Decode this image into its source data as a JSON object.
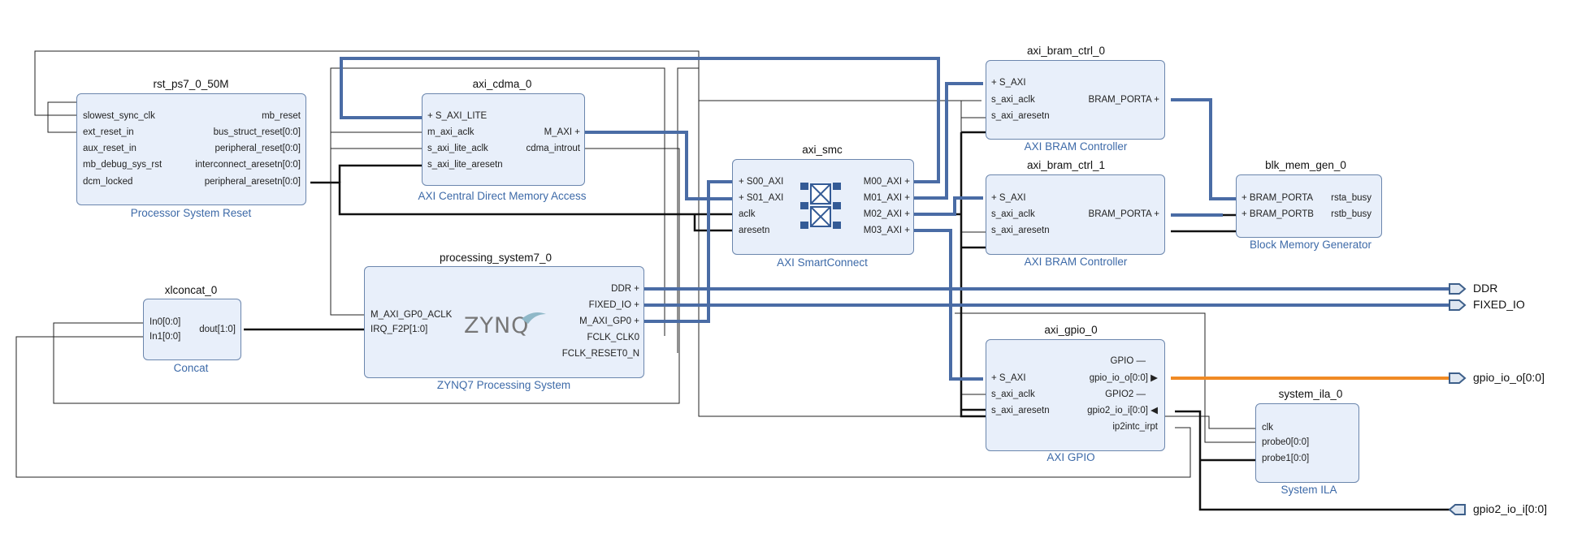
{
  "blocks": {
    "rst": {
      "title": "rst_ps7_0_50M",
      "subtitle": "Processor System Reset",
      "left_pins": [
        "slowest_sync_clk",
        "ext_reset_in",
        "aux_reset_in",
        "mb_debug_sys_rst",
        "dcm_locked"
      ],
      "right_pins": [
        "mb_reset",
        "bus_struct_reset[0:0]",
        "peripheral_reset[0:0]",
        "interconnect_aresetn[0:0]",
        "peripheral_aresetn[0:0]"
      ]
    },
    "cdma": {
      "title": "axi_cdma_0",
      "subtitle": "AXI Central Direct Memory Access",
      "left_pins": [
        "S_AXI_LITE",
        "m_axi_aclk",
        "s_axi_lite_aclk",
        "s_axi_lite_aresetn"
      ],
      "right_pins": [
        "M_AXI",
        "cdma_introut"
      ]
    },
    "smc": {
      "title": "axi_smc",
      "subtitle": "AXI SmartConnect",
      "left_pins": [
        "S00_AXI",
        "S01_AXI",
        "aclk",
        "aresetn"
      ],
      "right_pins": [
        "M00_AXI",
        "M01_AXI",
        "M02_AXI",
        "M03_AXI"
      ]
    },
    "ps7": {
      "title": "processing_system7_0",
      "subtitle": "ZYNQ7 Processing System",
      "logo": "ZYNQ",
      "left_pins": [
        "M_AXI_GP0_ACLK",
        "IRQ_F2P[1:0]"
      ],
      "right_pins": [
        "DDR",
        "FIXED_IO",
        "M_AXI_GP0",
        "FCLK_CLK0",
        "FCLK_RESET0_N"
      ]
    },
    "concat": {
      "title": "xlconcat_0",
      "subtitle": "Concat",
      "left_pins": [
        "In0[0:0]",
        "In1[0:0]"
      ],
      "right_pins": [
        "dout[1:0]"
      ]
    },
    "bram0": {
      "title": "axi_bram_ctrl_0",
      "subtitle": "AXI BRAM Controller",
      "left_pins": [
        "S_AXI",
        "s_axi_aclk",
        "s_axi_aresetn"
      ],
      "right_pins": [
        "BRAM_PORTA"
      ]
    },
    "bram1": {
      "title": "axi_bram_ctrl_1",
      "subtitle": "AXI BRAM Controller",
      "left_pins": [
        "S_AXI",
        "s_axi_aclk",
        "s_axi_aresetn"
      ],
      "right_pins": [
        "BRAM_PORTA"
      ]
    },
    "blkmem": {
      "title": "blk_mem_gen_0",
      "subtitle": "Block Memory Generator",
      "left_pins": [
        "BRAM_PORTA",
        "BRAM_PORTB"
      ],
      "right_pins": [
        "rsta_busy",
        "rstb_busy"
      ]
    },
    "gpio": {
      "title": "axi_gpio_0",
      "subtitle": "AXI GPIO",
      "left_pins": [
        "S_AXI",
        "s_axi_aclk",
        "s_axi_aresetn"
      ],
      "right_pins": [
        "GPIO",
        "gpio_io_o[0:0]",
        "GPIO2",
        "gpio2_io_i[0:0]",
        "ip2intc_irpt"
      ]
    },
    "ila": {
      "title": "system_ila_0",
      "subtitle": "System ILA",
      "left_pins": [
        "clk",
        "probe0[0:0]",
        "probe1[0:0]"
      ]
    }
  },
  "external_ports": [
    "DDR",
    "FIXED_IO",
    "gpio_io_o[0:0]",
    "gpio2_io_i[0:0]"
  ],
  "colors": {
    "block_fill": "#e8effa",
    "block_border": "#6b86ad",
    "bus": "#4a6ca5",
    "wire": "#222222",
    "highlight_net": "#f08a24",
    "subtitle": "#3d6aa8"
  }
}
